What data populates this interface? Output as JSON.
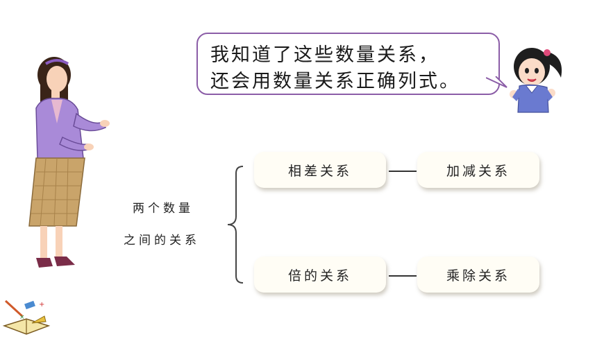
{
  "speech_bubble": {
    "line1": "我知道了这些数量关系，",
    "line2": "还会用数量关系正确列式。"
  },
  "diagram": {
    "root_line1": "两个数量",
    "root_line2": "之间的关系",
    "branches": [
      {
        "relation": "相差关系",
        "operation": "加减关系"
      },
      {
        "relation": "倍的关系",
        "operation": "乘除关系"
      }
    ]
  },
  "colors": {
    "bubble_border": "#8b5da7",
    "box_fill": "#fffdf5"
  }
}
